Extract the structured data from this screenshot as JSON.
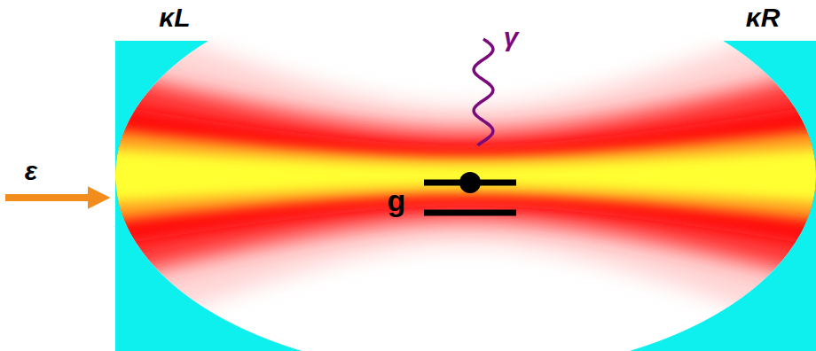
{
  "diagram": {
    "labels": [
      "κL",
      "κR",
      "γ",
      "ε",
      "g"
    ]
  }
}
